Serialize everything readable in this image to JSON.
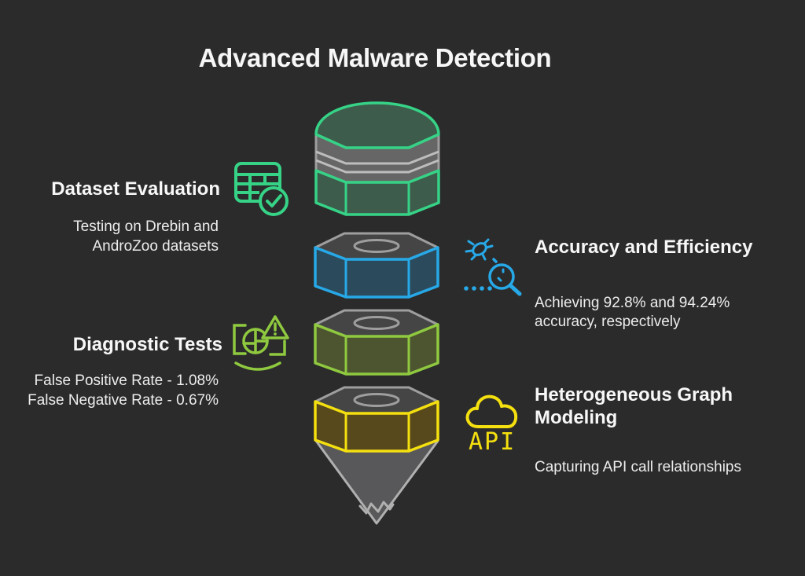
{
  "title": "Advanced Malware Detection",
  "sections": {
    "dataset_evaluation": {
      "title": "Dataset Evaluation",
      "lines": [
        "Testing on Drebin and",
        "AndroZoo datasets"
      ],
      "icon": "table-check-icon"
    },
    "diagnostic_tests": {
      "title": "Diagnostic Tests",
      "lines": [
        "False Positive Rate - 1.08%",
        "False Negative Rate - 0.67%"
      ],
      "icon": "scan-warning-icon"
    },
    "accuracy_efficiency": {
      "title": "Accuracy and Efficiency",
      "lines": [
        "Achieving 92.8% and 94.24%",
        "accuracy, respectively"
      ],
      "icon": "bug-search-icon"
    },
    "graph_modeling": {
      "title": "Heterogeneous Graph Modeling",
      "lines": [
        "Capturing API call relationships"
      ],
      "icon": "cloud-api-icon",
      "icon_label": "API"
    }
  },
  "funnel": {
    "segments": [
      "pencil-cap",
      "nut-blue",
      "nut-olive",
      "nut-yellow",
      "pencil-tip"
    ]
  },
  "theme": {
    "bg": "#2b2b2b",
    "text": "#f0f0f0",
    "green": "#36d387",
    "green_dark": "#3d5c4b",
    "blue": "#27a9e8",
    "blue_dark": "#2b4a5c",
    "lime": "#8fc93f",
    "lime_dark": "#4d5530",
    "yellow": "#f5e00f",
    "yellow_dark": "#57491c",
    "gray_band": "#666666",
    "gray_stripe": "#bdbdbd",
    "gray_edge": "#9e9e9e",
    "nut_top": "#454545",
    "cone_fill": "#58585a",
    "cone_edge": "#b0b0b0"
  }
}
